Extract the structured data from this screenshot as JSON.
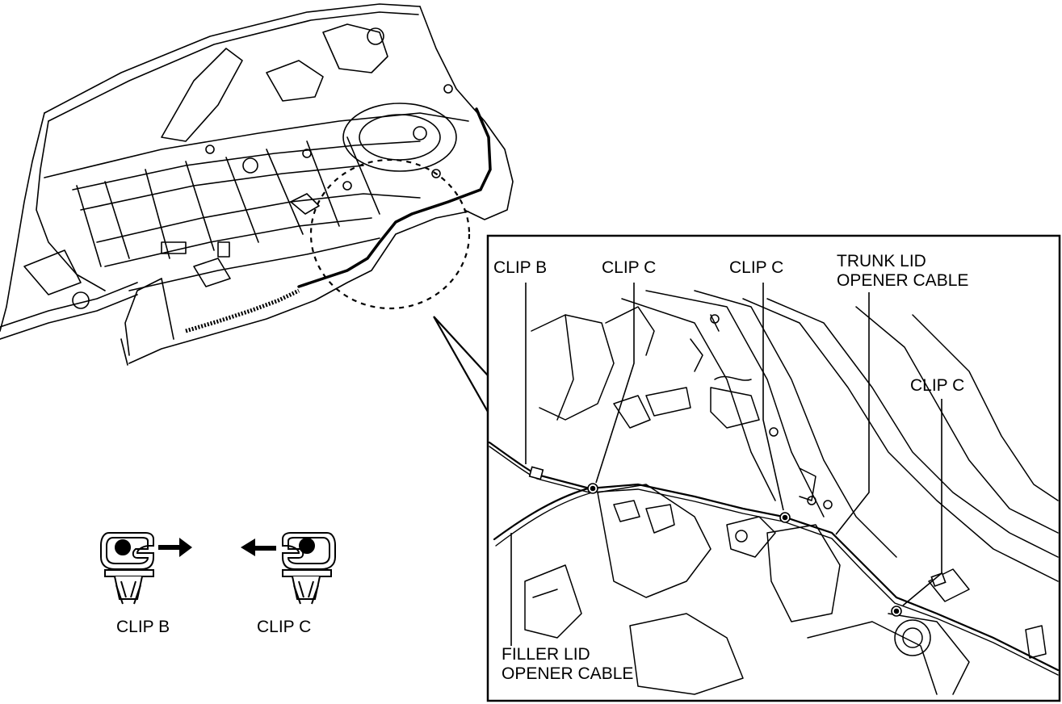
{
  "callouts": {
    "clip_b": "CLIP B",
    "clip_c_1": "CLIP C",
    "clip_c_2": "CLIP C",
    "clip_c_3": "CLIP C",
    "trunk_lid_line1": "TRUNK LID",
    "trunk_lid_line2": "OPENER CABLE",
    "filler_lid_line1": "FILLER LID",
    "filler_lid_line2": "OPENER CABLE"
  },
  "legend": {
    "clip_b": "CLIP B",
    "clip_c": "CLIP C"
  },
  "colors": {
    "line": "#000000",
    "background": "#ffffff"
  }
}
